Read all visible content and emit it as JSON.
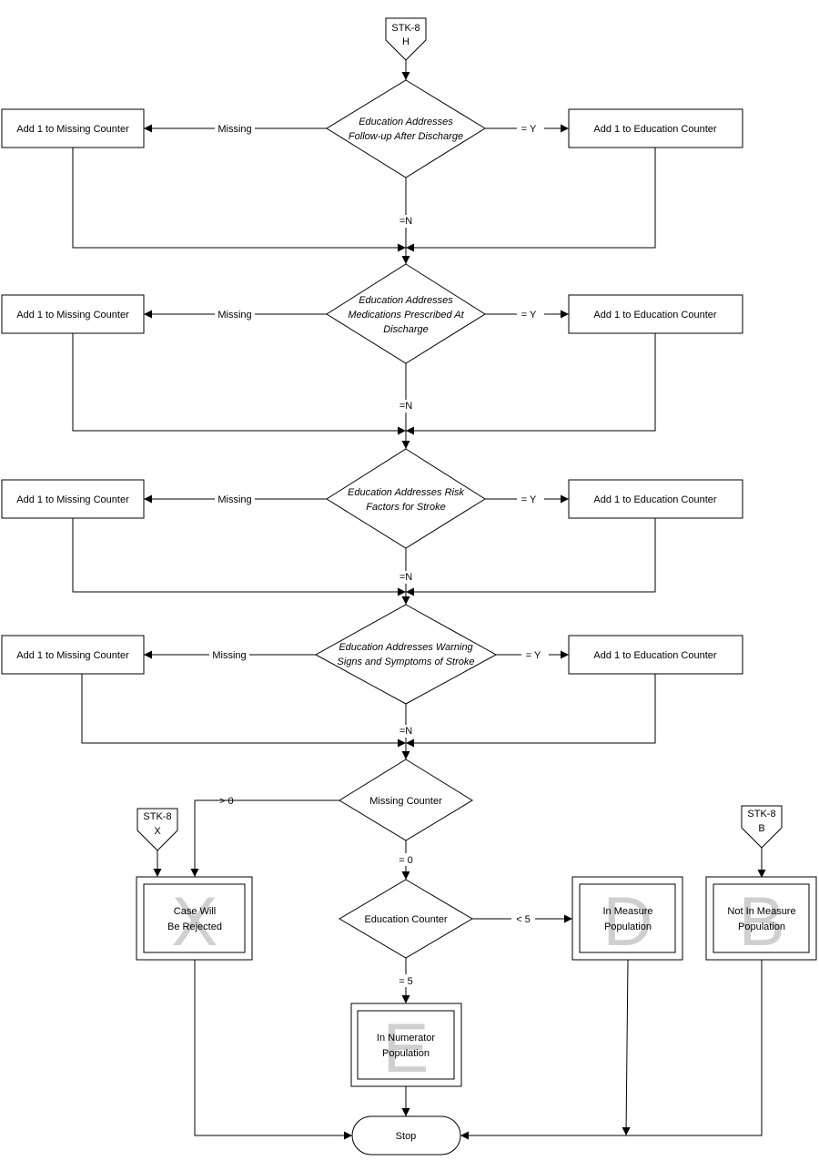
{
  "connectors": {
    "top": {
      "code": "STK-8",
      "letter": "H"
    },
    "left": {
      "code": "STK-8",
      "letter": "X"
    },
    "right": {
      "code": "STK-8",
      "letter": "B"
    }
  },
  "decisions": [
    {
      "lines": [
        "Education Addresses",
        "Follow-up After Discharge"
      ]
    },
    {
      "lines": [
        "Education Addresses",
        "Medications Prescribed At",
        "Discharge"
      ]
    },
    {
      "lines": [
        "Education Addresses Risk",
        "Factors for Stroke"
      ]
    },
    {
      "lines": [
        "Education Addresses Warning",
        "Signs and Symptoms of Stroke"
      ]
    }
  ],
  "boxes": {
    "missing": "Add 1 to  Missing Counter",
    "education": "Add 1 to  Education Counter"
  },
  "edge_labels": {
    "missing": "Missing",
    "yes": "= Y",
    "no": "=N",
    "gt0": "> 0",
    "eq0": "= 0",
    "lt5": "< 5",
    "eq5": "= 5"
  },
  "missing_counter": "Missing Counter",
  "education_counter": "Education Counter",
  "outcomes": {
    "rejected": {
      "lines": [
        "Case Will",
        "Be Rejected"
      ],
      "letter": "X"
    },
    "measure": {
      "lines": [
        "In Measure",
        "Population"
      ],
      "letter": "D"
    },
    "not_measure": {
      "lines": [
        "Not In Measure",
        "Population"
      ],
      "letter": "B"
    },
    "numerator": {
      "lines": [
        "In Numerator",
        "Population"
      ],
      "letter": "E"
    }
  },
  "stop": "Stop"
}
